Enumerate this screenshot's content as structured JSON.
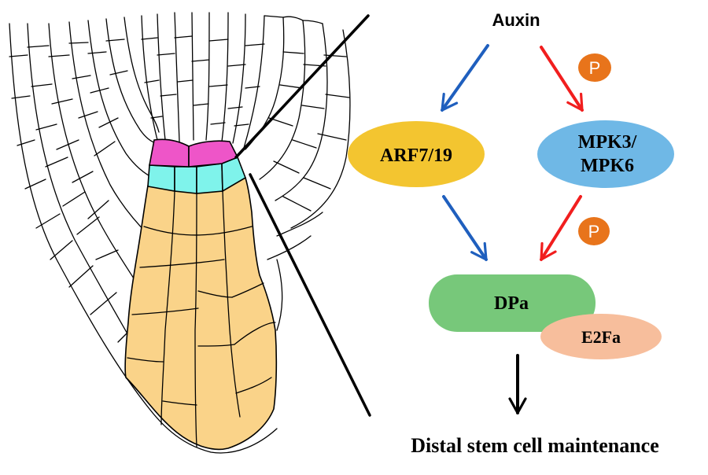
{
  "diagram": {
    "nodes": {
      "auxin": "Auxin",
      "arf": "ARF7/19",
      "mpk_line1": "MPK3/",
      "mpk_line2": "MPK6",
      "dpa": "DPa",
      "e2fa": "E2Fa",
      "outcome": "Distal stem cell maintenance"
    },
    "phospho_badges": [
      "P",
      "P"
    ],
    "colors": {
      "arf_fill": "#F3C530",
      "mpk_fill": "#6FB8E6",
      "dpa_fill": "#77C87A",
      "e2fa_fill": "#F7BE9C",
      "phospho_badge": "#E8741B",
      "blue_arrow": "#1F5FBE",
      "red_arrow": "#F11E1E",
      "stem_cell_pink": "#EE55C8",
      "stem_cell_cyan": "#7FF3EB",
      "columella": "#FAD389"
    }
  }
}
